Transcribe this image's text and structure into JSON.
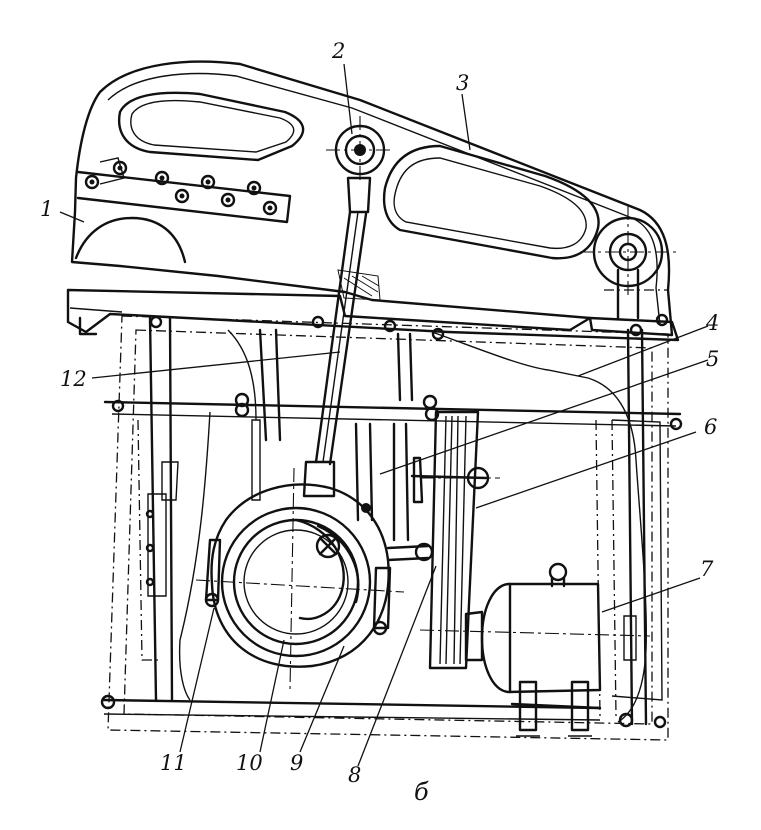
{
  "figure": {
    "caption": "б",
    "labels": [
      "1",
      "2",
      "3",
      "4",
      "5",
      "6",
      "7",
      "8",
      "9",
      "10",
      "11",
      "12"
    ]
  }
}
